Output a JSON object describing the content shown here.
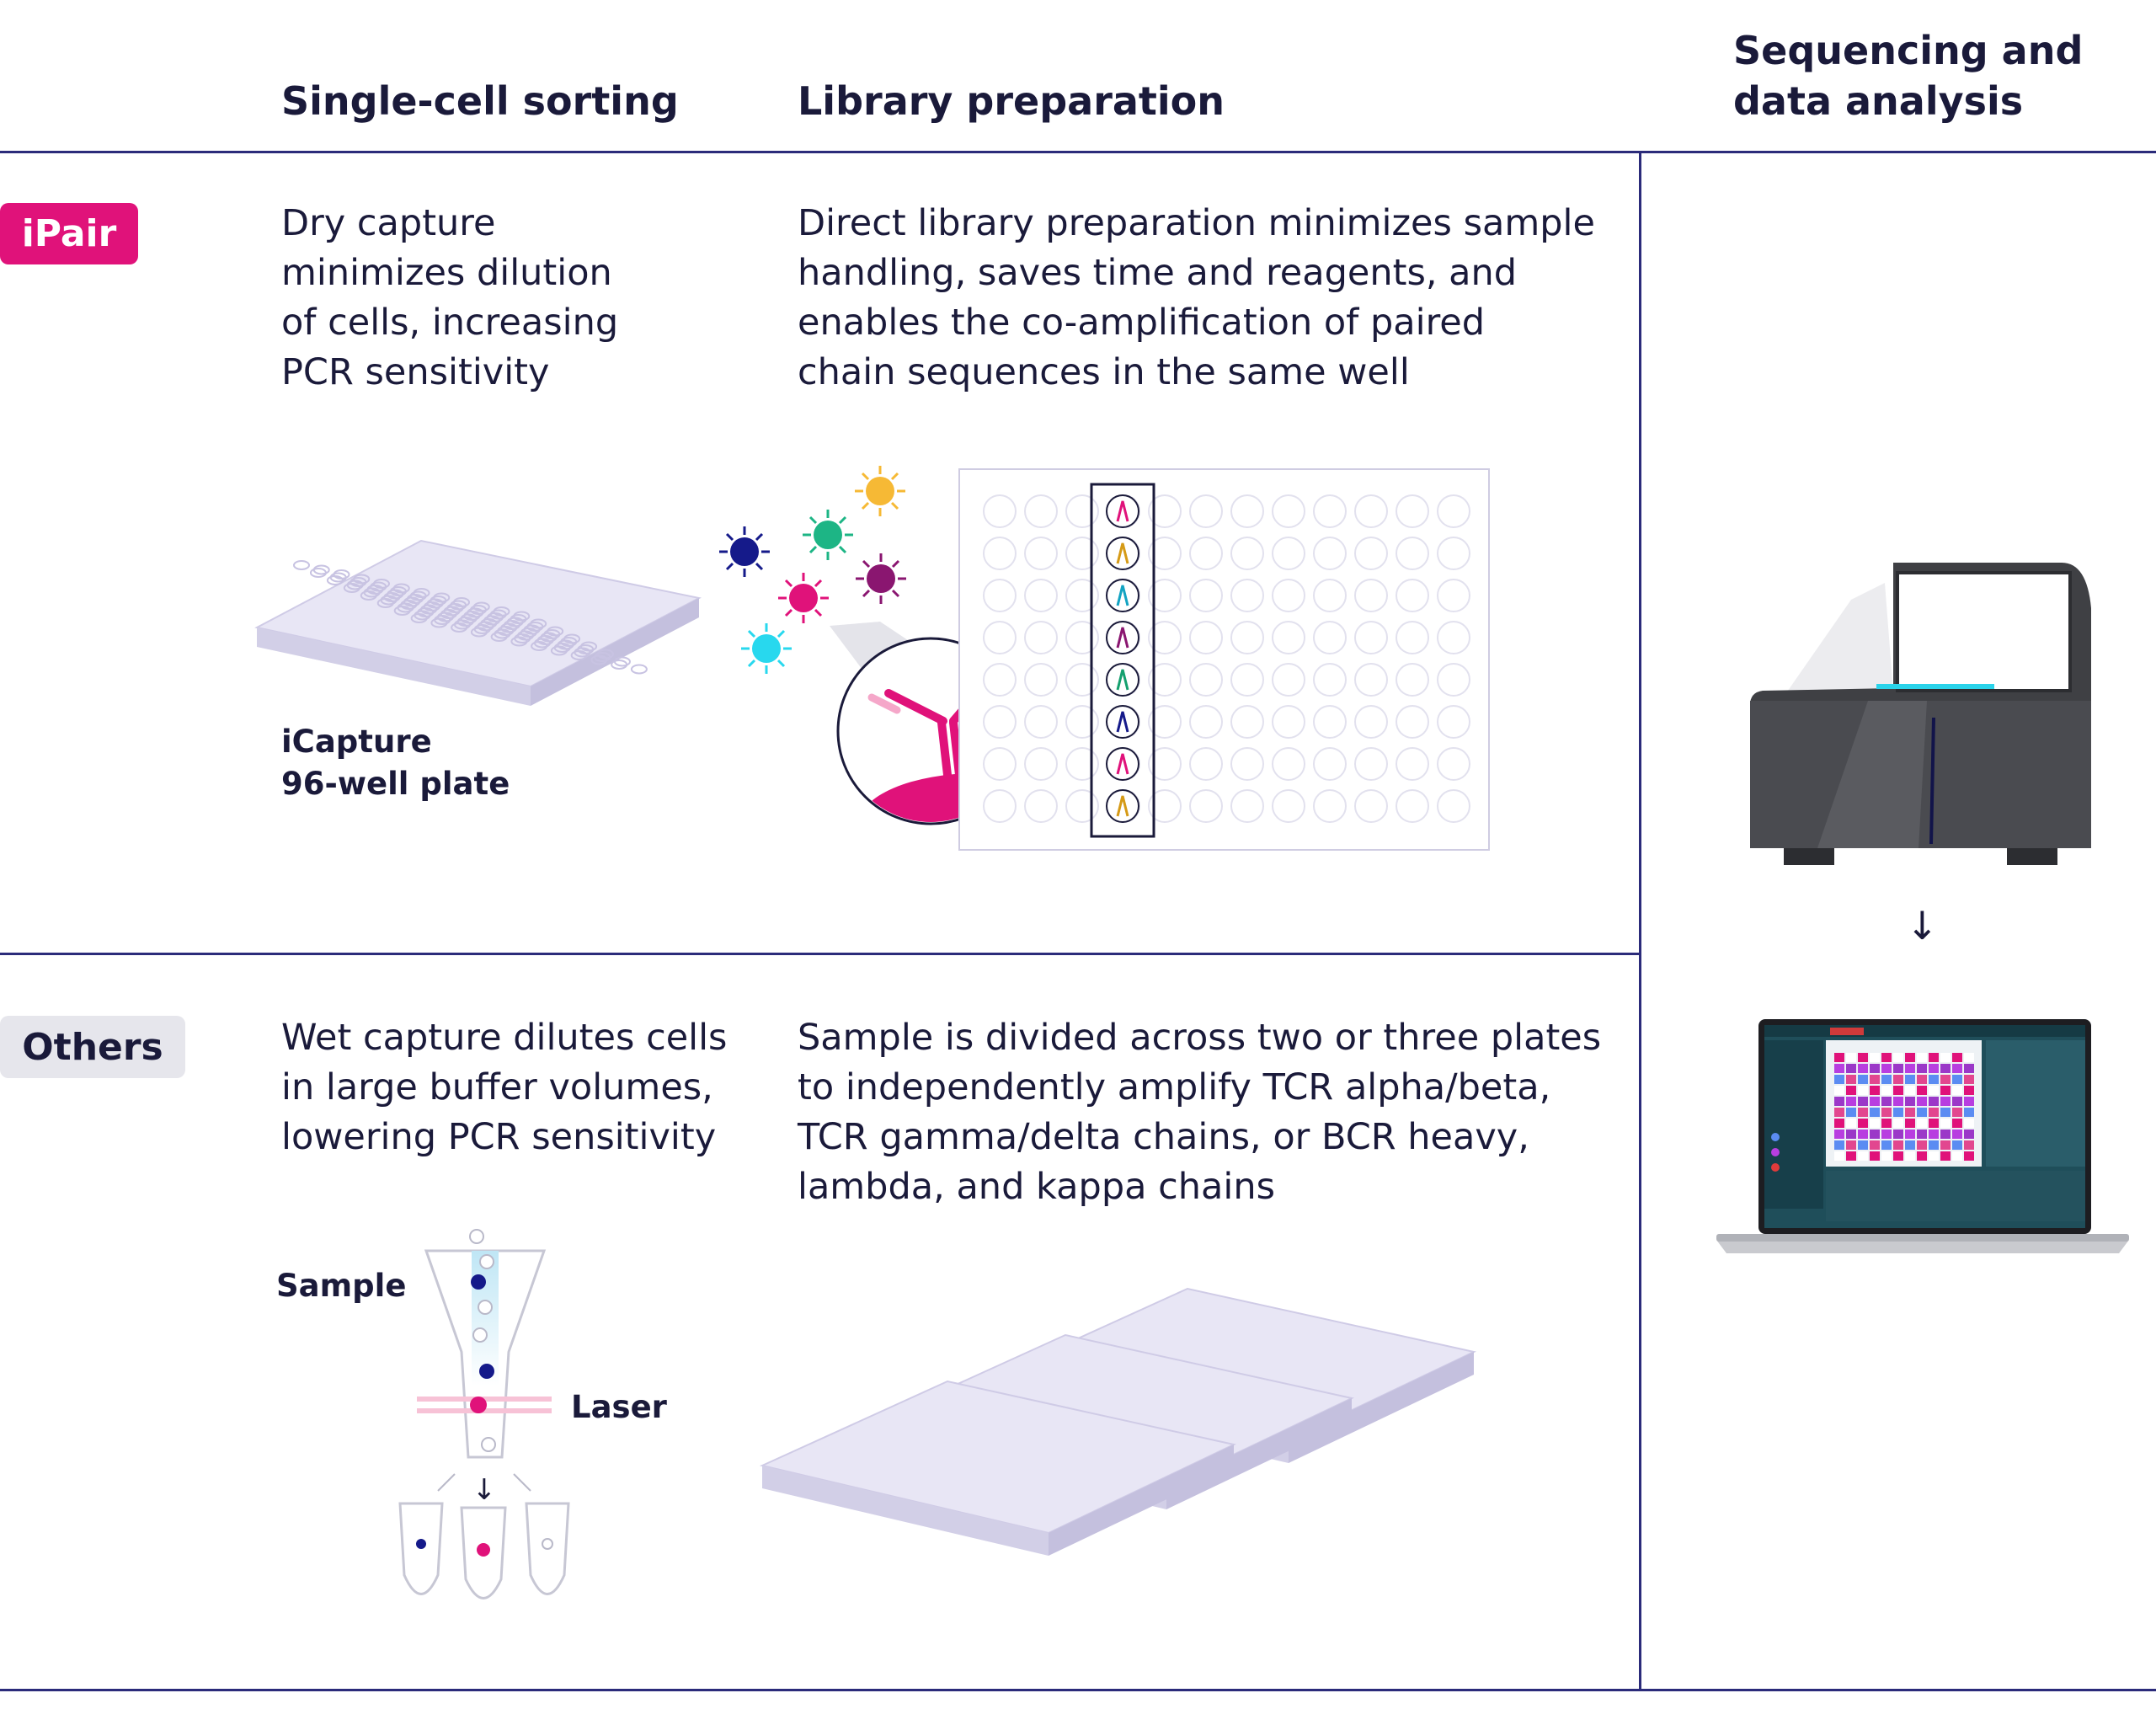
{
  "headers": {
    "sorting": "Single-cell sorting",
    "library": "Library preparation",
    "sequencing_line1": "Sequencing and",
    "sequencing_line2": "data analysis"
  },
  "rows": {
    "ipair": {
      "badge": "iPair",
      "sorting_lines": [
        "Dry capture",
        "minimizes dilution",
        "of cells, increasing",
        "PCR sensitivity"
      ],
      "library_lines": [
        "Direct library preparation minimizes sample",
        "handling, saves time and reagents, and",
        "enables the co-amplification of paired",
        "chain sequences in the same well"
      ],
      "plate_label_line1": "iCapture",
      "plate_label_line2": "96-well plate"
    },
    "others": {
      "badge": "Others",
      "sorting_lines": [
        "Wet capture dilutes cells",
        "in large buffer volumes,",
        "lowering PCR sensitivity"
      ],
      "library_lines": [
        "Sample is divided across two or three plates",
        "to independently amplify TCR alpha/beta,",
        "TCR gamma/delta chains, or BCR heavy,",
        "lambda, and kappa chains"
      ],
      "sample_label": "Sample",
      "laser_label": "Laser"
    }
  },
  "colors": {
    "accent_pink": "#e0127a",
    "navy": "#2b2b7a",
    "plate": "#e3e1f2",
    "sequencer": "#3f4044",
    "screen_teal": "#1f4e5a"
  },
  "icons": {
    "arrow_down": "↓",
    "arrow_right": "→"
  }
}
